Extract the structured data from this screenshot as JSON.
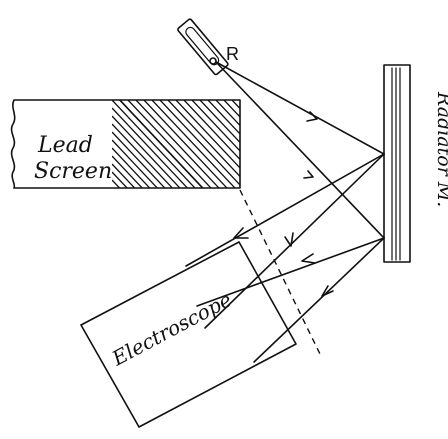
{
  "labels": {
    "source": "R",
    "screen_line1": "Lead",
    "screen_line2": "Screen",
    "radiator": "Radiator M.",
    "detector": "Electroscope"
  }
}
